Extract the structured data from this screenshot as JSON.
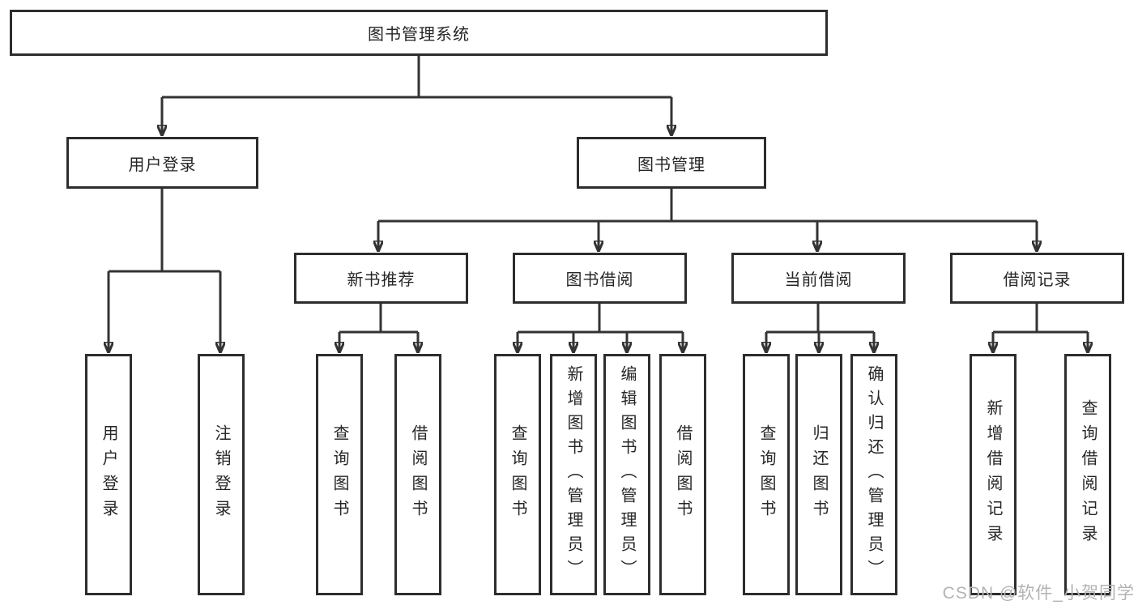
{
  "diagram": {
    "root": {
      "label": "图书管理系统"
    },
    "branches": [
      {
        "label": "用户登录"
      },
      {
        "label": "图书管理"
      }
    ],
    "modules": [
      {
        "label": "新书推荐",
        "parent": "图书管理"
      },
      {
        "label": "图书借阅",
        "parent": "图书管理"
      },
      {
        "label": "当前借阅",
        "parent": "图书管理"
      },
      {
        "label": "借阅记录",
        "parent": "图书管理"
      }
    ],
    "functions": [
      {
        "label": "用户登录",
        "parent": "用户登录"
      },
      {
        "label": "注销登录",
        "parent": "用户登录"
      },
      {
        "label": "查询图书",
        "parent": "新书推荐"
      },
      {
        "label": "借阅图书",
        "parent": "新书推荐"
      },
      {
        "label": "查询图书",
        "parent": "图书借阅"
      },
      {
        "label": "新增图书（管理员）",
        "parent": "图书借阅"
      },
      {
        "label": "编辑图书（管理员）",
        "parent": "图书借阅"
      },
      {
        "label": "借阅图书",
        "parent": "图书借阅"
      },
      {
        "label": "查询图书",
        "parent": "当前借阅"
      },
      {
        "label": "归还图书",
        "parent": "当前借阅"
      },
      {
        "label": "确认归还（管理员）",
        "parent": "当前借阅"
      },
      {
        "label": "新增借阅记录",
        "parent": "借阅记录"
      },
      {
        "label": "查询借阅记录",
        "parent": "借阅记录"
      }
    ]
  },
  "watermark": "CSDN @软件_小贺同学",
  "colors": {
    "line": "#333333",
    "box_border": "#2d2d2d",
    "text": "#262626",
    "background": "#ffffff",
    "watermark": "#b3b3b3"
  }
}
